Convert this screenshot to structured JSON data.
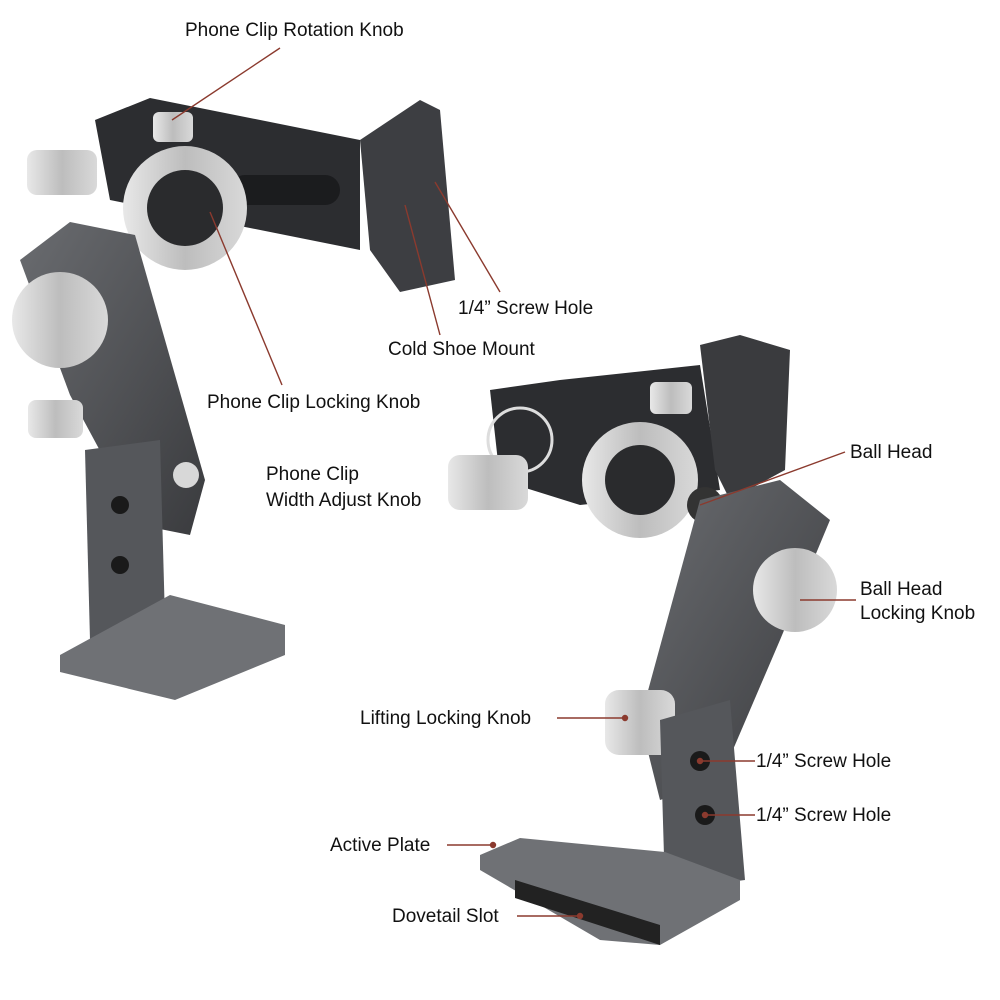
{
  "colors": {
    "leader_line": "#8b3a2e",
    "body_dark": "#3a3b3e",
    "body_mid": "#5f6164",
    "knob_silver": "#c9c9c9",
    "text": "#111111"
  },
  "labels": {
    "rotation_knob": "Phone Clip Rotation Knob",
    "screw_hole_top": "1/4” Screw Hole",
    "cold_shoe": "Cold Shoe Mount",
    "clip_locking_knob": "Phone Clip Locking Knob",
    "width_adjust_line1": "Phone Clip",
    "width_adjust_line2": "Width Adjust Knob",
    "ball_head": "Ball Head",
    "ball_head_locking_line1": "Ball Head",
    "ball_head_locking_line2": "Locking Knob",
    "lifting_knob": "Lifting Locking Knob",
    "screw_hole_1": "1/4” Screw Hole",
    "screw_hole_2": "1/4” Screw Hole",
    "active_plate": "Active Plate",
    "dovetail_slot": "Dovetail Slot"
  }
}
